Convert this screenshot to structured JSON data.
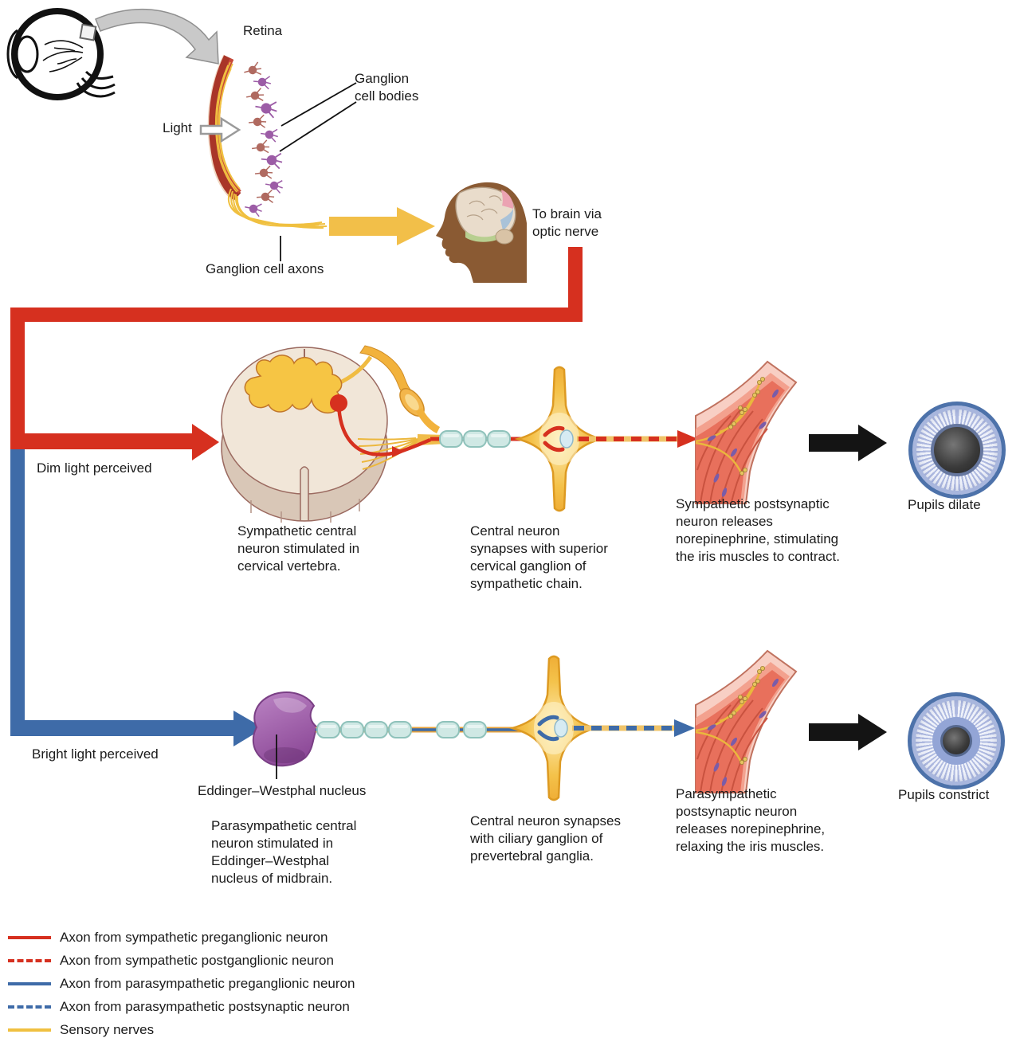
{
  "palette": {
    "sympathetic_red": "#d6301f",
    "parasympathetic_blue": "#3e6ba8",
    "sensory_yellow": "#f0c040",
    "arrow_gold": "#f2bf49",
    "arrow_black": "#141414",
    "nucleus_purple": "#9c5ca6",
    "text": "#1b1b1b"
  },
  "retina_inset": {
    "retina_label": "Retina",
    "ganglion_cell_bodies_label": "Ganglion\ncell bodies",
    "light_label": "Light",
    "ganglion_cell_axons_label": "Ganglion cell axons",
    "to_brain_label": "To brain via\noptic nerve"
  },
  "sympathetic_pathway": {
    "trigger_label": "Dim light perceived",
    "central_neuron_caption": "Sympathetic central\nneuron stimulated in\ncervical vertebra.",
    "synapse_caption": "Central neuron\nsynapses with superior\ncervical ganglion of\nsympathetic chain.",
    "postsynaptic_caption": "Sympathetic postsynaptic\nneuron releases\nnorepinephrine, stimulating\nthe iris muscles to contract.",
    "outcome_label": "Pupils dilate"
  },
  "parasympathetic_pathway": {
    "trigger_label": "Bright light perceived",
    "nucleus_label": "Eddinger–Westphal nucleus",
    "central_neuron_caption": "Parasympathetic central\nneuron stimulated in\nEddinger–Westphal\nnucleus of midbrain.",
    "synapse_caption": "Central neuron synapses\nwith ciliary ganglion of\nprevertebral ganglia.",
    "postsynaptic_caption": "Parasympathetic\npostsynaptic neuron\nreleases norepinephrine,\nrelaxing the iris muscles.",
    "outcome_label": "Pupils constrict"
  },
  "legend": {
    "items": [
      {
        "style": "solid",
        "color": "#d6301f",
        "label": "Axon from sympathetic preganglionic neuron"
      },
      {
        "style": "dashed",
        "color": "#d6301f",
        "label": "Axon from sympathetic postganglionic neuron"
      },
      {
        "style": "solid",
        "color": "#3e6ba8",
        "label": "Axon from parasympathetic preganglionic neuron"
      },
      {
        "style": "dashed",
        "color": "#3e6ba8",
        "label": "Axon from parasympathetic postsynaptic neuron"
      },
      {
        "style": "solid",
        "color": "#f0c040",
        "label": "Sensory nerves"
      }
    ]
  }
}
